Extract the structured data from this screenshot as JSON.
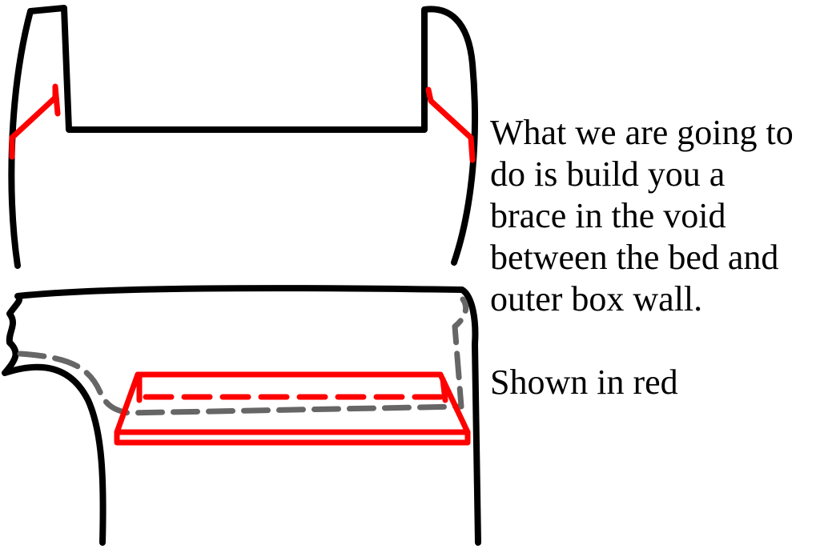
{
  "caption": {
    "lines": [
      "What we are going to",
      "do is build you a",
      "brace in the void",
      "between the bed and",
      "outer box wall."
    ],
    "note": "Shown in red"
  },
  "colors": {
    "outline": "#000000",
    "brace": "#ff0000",
    "hidden_line": "#666666",
    "background": "#ffffff"
  }
}
